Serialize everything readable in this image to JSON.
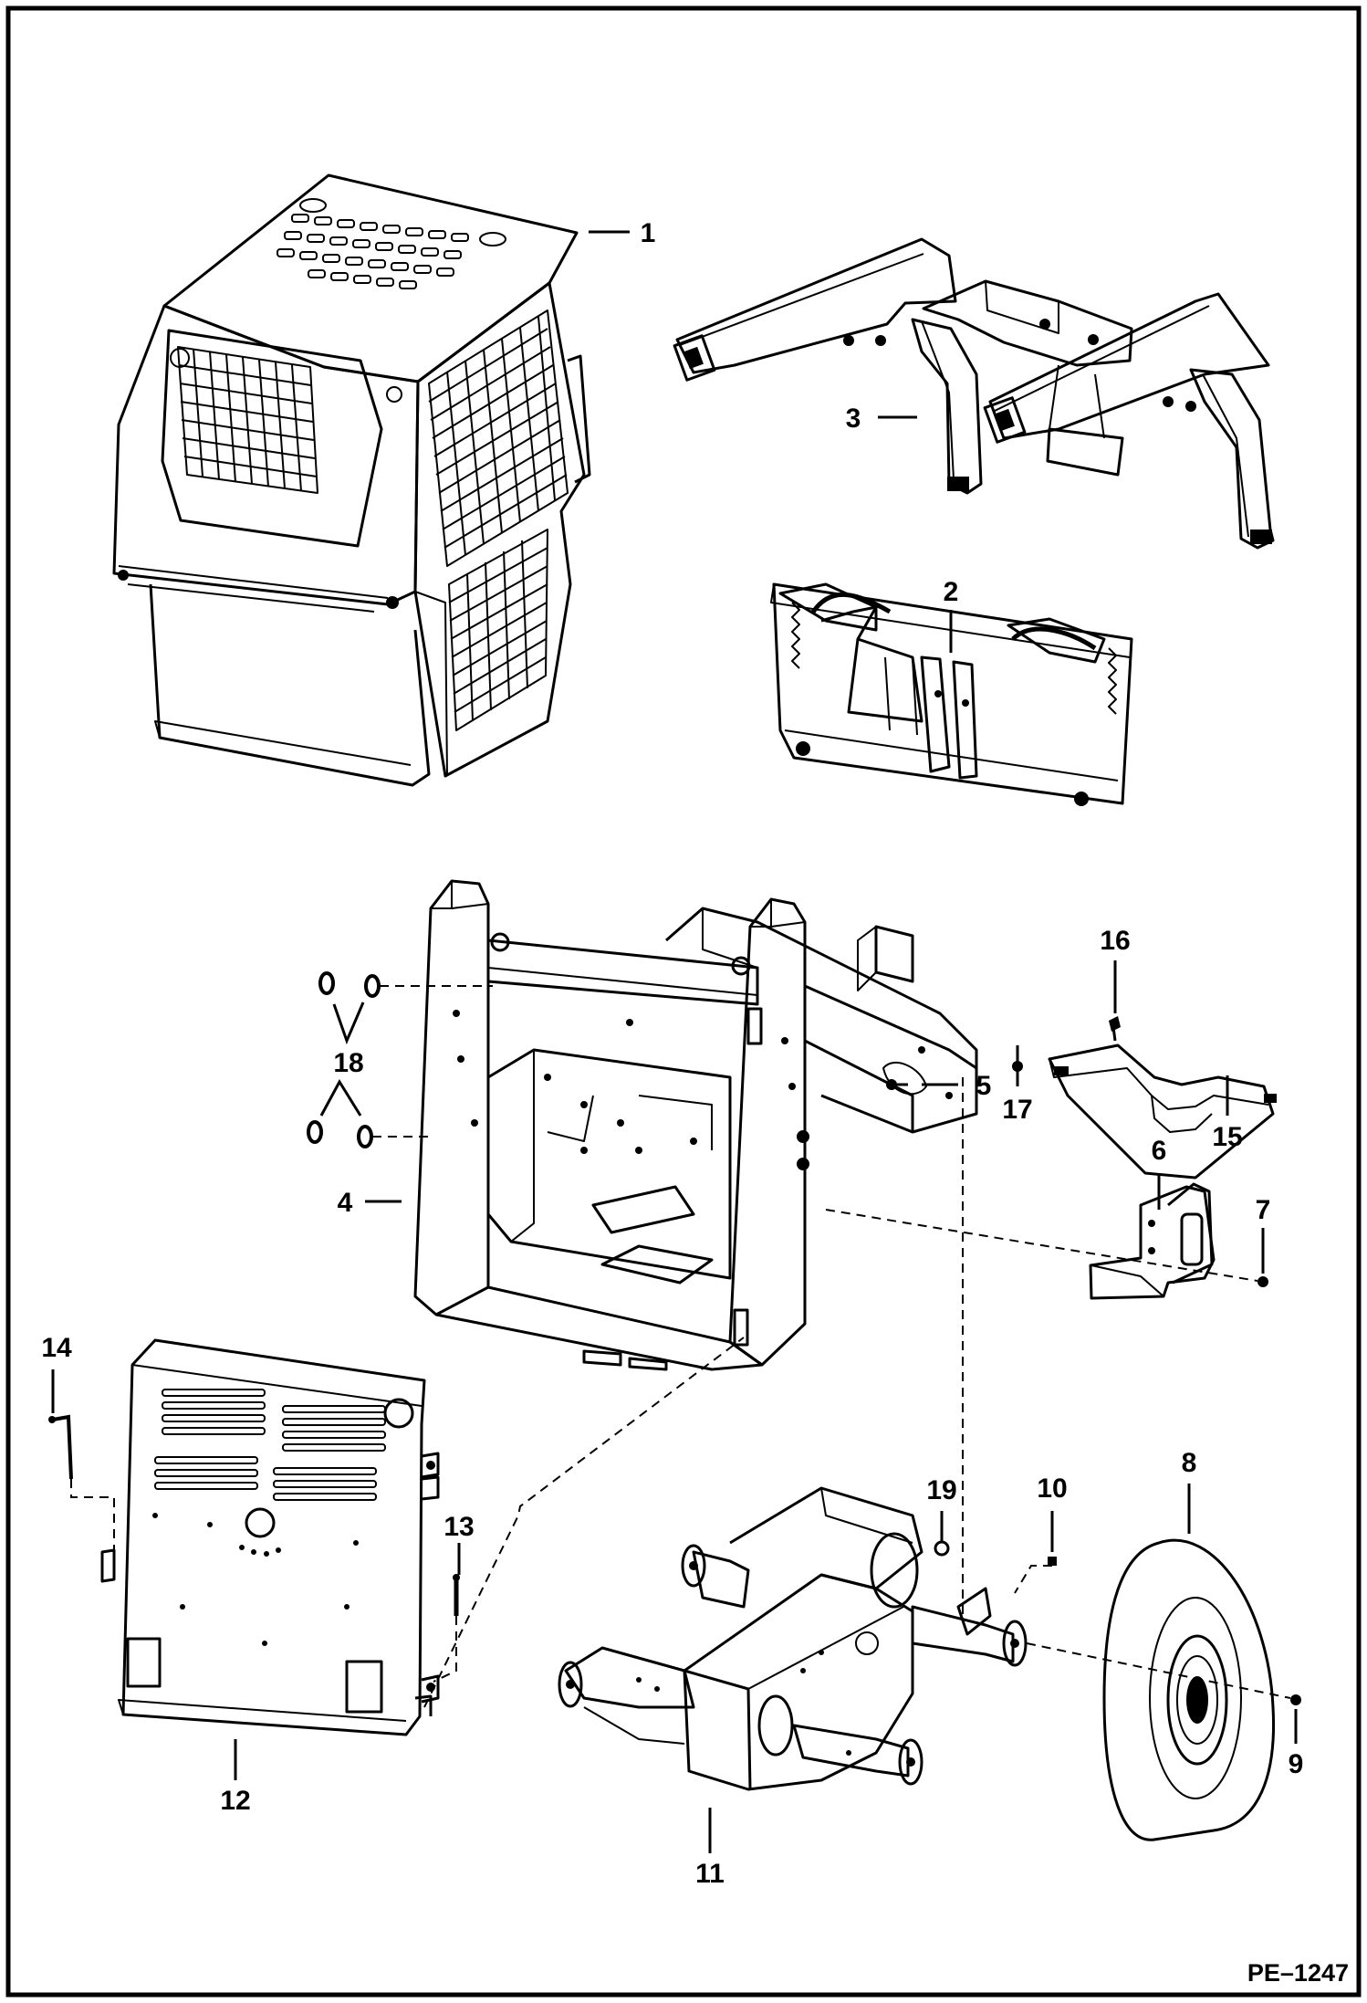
{
  "drawing_id": "PE–1247",
  "colors": {
    "ink": "#000000",
    "paper": "#ffffff"
  },
  "parts": [
    {
      "key": "cab",
      "callout": "1"
    },
    {
      "key": "bob-tach",
      "callout": "2"
    },
    {
      "key": "lift-arm",
      "callout": "3"
    },
    {
      "key": "main-frame",
      "callout": "4"
    },
    {
      "key": "frame-bolt",
      "callout": "5"
    },
    {
      "key": "bracket",
      "callout": "6"
    },
    {
      "key": "bracket-nut",
      "callout": "7"
    },
    {
      "key": "tire",
      "callout": "8"
    },
    {
      "key": "wheel-nut",
      "callout": "9"
    },
    {
      "key": "axle-nut",
      "callout": "10"
    },
    {
      "key": "axle-frame",
      "callout": "11"
    },
    {
      "key": "rear-door",
      "callout": "12"
    },
    {
      "key": "door-pin",
      "callout": "13"
    },
    {
      "key": "door-latch",
      "callout": "14"
    },
    {
      "key": "cover",
      "callout": "15"
    },
    {
      "key": "cover-bolt",
      "callout": "16"
    },
    {
      "key": "cover-nut",
      "callout": "17"
    },
    {
      "key": "washer",
      "callout": "18"
    },
    {
      "key": "axle-plug",
      "callout": "19"
    }
  ]
}
